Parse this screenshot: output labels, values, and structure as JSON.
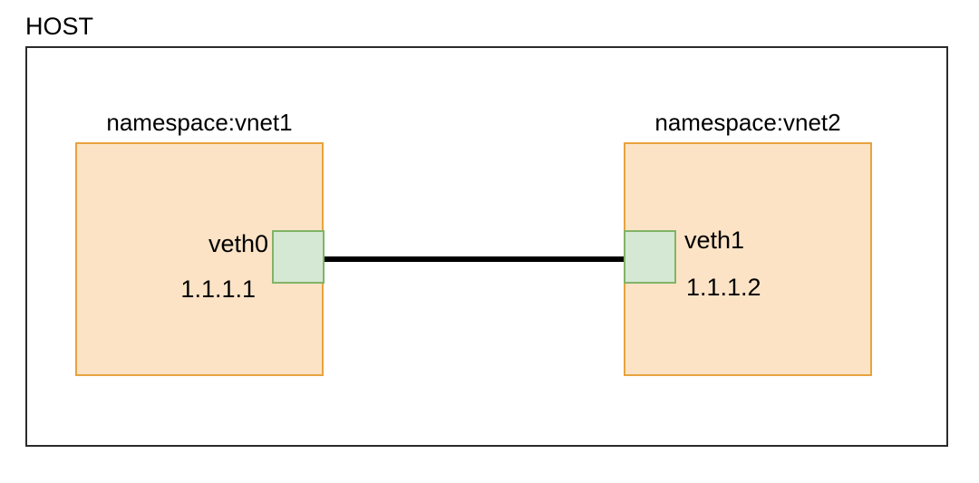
{
  "diagram": {
    "title": "HOST",
    "host": {
      "label": "HOST"
    },
    "namespaces": [
      {
        "label": "namespace:vnet1",
        "name": "vnet1",
        "interface": {
          "name": "veth0",
          "ip": "1.1.1.1"
        }
      },
      {
        "label": "namespace:vnet2",
        "name": "vnet2",
        "interface": {
          "name": "veth1",
          "ip": "1.1.1.2"
        }
      }
    ],
    "link": {
      "type": "veth-pair-cable",
      "from": "veth0",
      "to": "veth1"
    },
    "colors": {
      "namespace_fill": "#fce3c6",
      "namespace_border": "#e8a33d",
      "interface_fill": "#d5e8d4",
      "interface_border": "#82b366",
      "host_border": "#2b2b2b",
      "cable": "#000000",
      "text": "#000000",
      "background": "#ffffff"
    }
  }
}
